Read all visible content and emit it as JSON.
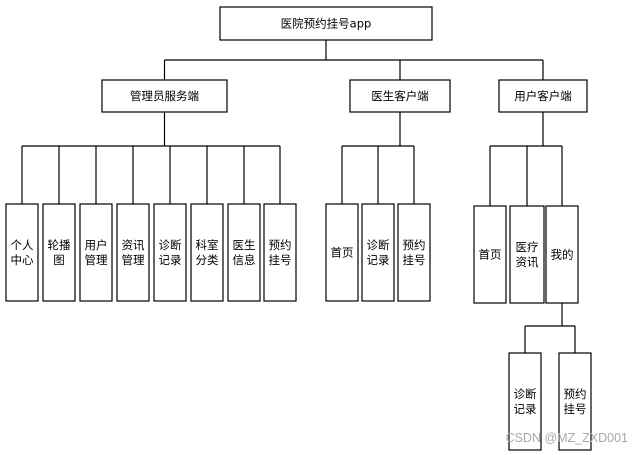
{
  "root": {
    "label": "医院预约挂号app"
  },
  "branches": [
    {
      "id": "admin",
      "label": "管理员服务端",
      "children": [
        {
          "id": "profile",
          "lines": [
            "个人",
            "中心"
          ]
        },
        {
          "id": "carousel",
          "lines": [
            "轮播",
            "图"
          ]
        },
        {
          "id": "user-mgmt",
          "lines": [
            "用户",
            "管理"
          ]
        },
        {
          "id": "news-mgmt",
          "lines": [
            "资讯",
            "管理"
          ]
        },
        {
          "id": "diagnosis",
          "lines": [
            "诊断",
            "记录"
          ]
        },
        {
          "id": "dept",
          "lines": [
            "科室",
            "分类"
          ]
        },
        {
          "id": "doctor",
          "lines": [
            "医生",
            "信息"
          ]
        },
        {
          "id": "booking",
          "lines": [
            "预约",
            "挂号"
          ]
        }
      ]
    },
    {
      "id": "doctor-client",
      "label": "医生客户端",
      "children": [
        {
          "id": "home",
          "lines": [
            "首页"
          ]
        },
        {
          "id": "diagnosis",
          "lines": [
            "诊断",
            "记录"
          ]
        },
        {
          "id": "booking",
          "lines": [
            "预约",
            "挂号"
          ]
        }
      ]
    },
    {
      "id": "user-client",
      "label": "用户客户端",
      "children": [
        {
          "id": "home",
          "lines": [
            "首页"
          ]
        },
        {
          "id": "medical-news",
          "lines": [
            "医疗",
            "资讯"
          ]
        },
        {
          "id": "mine",
          "lines": [
            "我的"
          ],
          "children": [
            {
              "id": "diagnosis",
              "lines": [
                "诊断",
                "记录"
              ]
            },
            {
              "id": "booking",
              "lines": [
                "预约",
                "挂号"
              ]
            }
          ]
        }
      ]
    }
  ],
  "watermark": "CSDN @MZ_ZXD001"
}
